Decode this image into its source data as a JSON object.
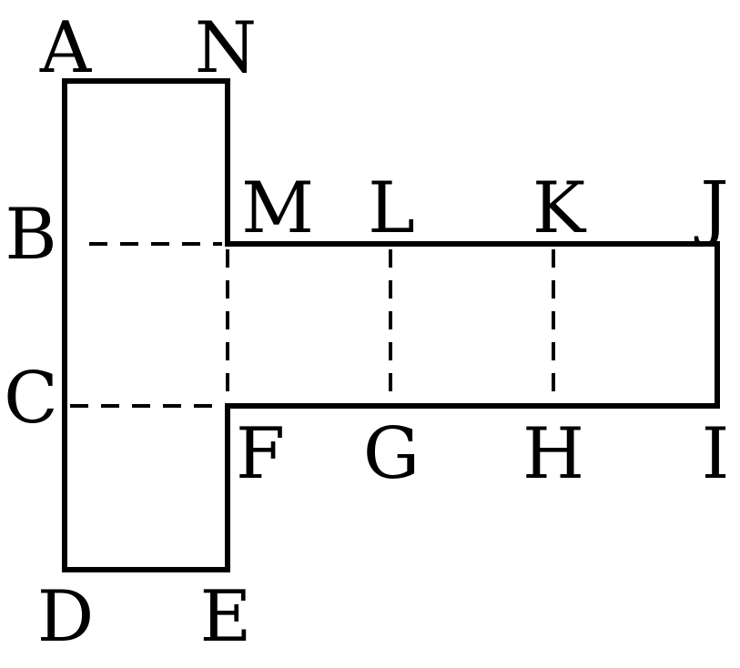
{
  "diagram": {
    "vertices": {
      "A": "A",
      "N": "N",
      "B": "B",
      "M": "M",
      "L": "L",
      "K": "K",
      "J": "J",
      "C": "C",
      "F": "F",
      "G": "G",
      "H": "H",
      "I": "I",
      "D": "D",
      "E": "E"
    },
    "outline": [
      "A",
      "N",
      "M",
      "J",
      "I",
      "F",
      "E",
      "D"
    ],
    "fold_lines": [
      [
        "B",
        "M"
      ],
      [
        "C",
        "F"
      ],
      [
        "M",
        "F"
      ],
      [
        "L",
        "G"
      ],
      [
        "K",
        "H"
      ]
    ],
    "colors": {
      "stroke": "#000000",
      "background": "#ffffff"
    }
  }
}
